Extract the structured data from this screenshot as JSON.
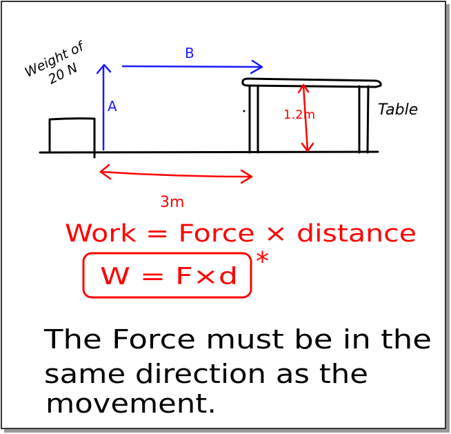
{
  "colors": {
    "ink": "#000000",
    "blue": "#1a1aff",
    "red": "#ff0000",
    "border": "#333333",
    "background": "#ffffff"
  },
  "labels": {
    "weight_line1": "Weight of",
    "weight_line2": "20 N",
    "arrow_a": "A",
    "arrow_b": "B",
    "height": "1.2m",
    "table": "Table",
    "distance": "3m"
  },
  "equations": {
    "work": "Work = Force × distance",
    "formula": "W = F×d",
    "star": "*"
  },
  "note": {
    "line1": "The Force must be in the",
    "line2": "same direction as the",
    "line3": "movement."
  }
}
